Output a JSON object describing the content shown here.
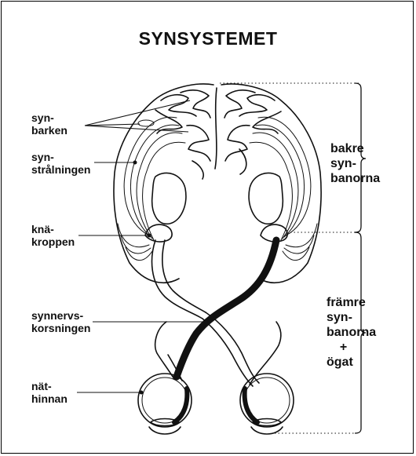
{
  "title": "SYNSYSTEMET",
  "left_labels": {
    "synbarken": [
      "syn-",
      "barken"
    ],
    "synstralningen": [
      "syn-",
      "strålningen"
    ],
    "knakroppen": [
      "knä-",
      "kroppen"
    ],
    "korsningen": [
      "synnervs-",
      "korsningen"
    ],
    "nathinnan": [
      "nät-",
      "hinnan"
    ]
  },
  "right_labels": {
    "bakre": [
      "bakre",
      "syn-",
      "banorna"
    ],
    "framre": [
      "främre",
      "syn-",
      "banorna",
      "+",
      "ögat"
    ]
  },
  "colors": {
    "ink": "#111111",
    "background": "#ffffff"
  }
}
